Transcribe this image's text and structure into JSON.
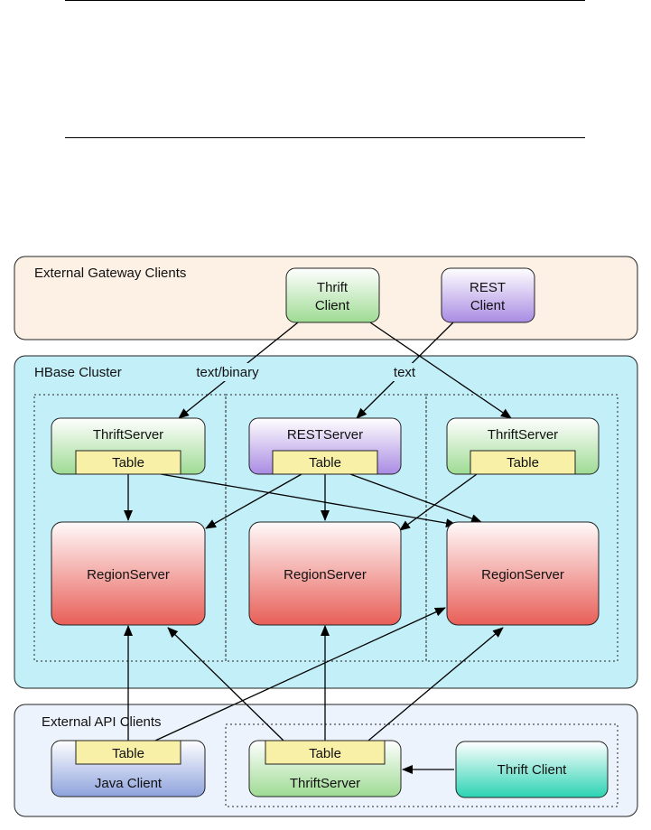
{
  "zones": {
    "gateway_title": "External Gateway Clients",
    "cluster_title": "HBase Cluster",
    "api_title": "External API Clients"
  },
  "gateway_clients": {
    "thrift_line1": "Thrift",
    "thrift_line2": "Client",
    "rest_line1": "REST",
    "rest_line2": "Client"
  },
  "cluster": {
    "thrift_server_label": "ThriftServer",
    "rest_server_label": "RESTServer",
    "table_label": "Table",
    "region_server_label": "RegionServer"
  },
  "api_clients": {
    "java_client_label": "Java Client",
    "thrift_server_label": "ThriftServer",
    "table_label": "Table",
    "thrift_client_label": "Thrift Client"
  },
  "edge_labels": {
    "thrift_protocol": "text/binary",
    "rest_protocol": "text"
  },
  "colors": {
    "gateway_zone_fill": "#fdf1e6",
    "cluster_zone_fill": "#c3eff8",
    "api_zone_fill": "#edf3fc",
    "table_fill": "#f9f0a8",
    "thrift_green": "#9edb93",
    "rest_purple": "#a98be3",
    "region_red": "#e85f58",
    "java_blue": "#8ea3dd",
    "teal": "#2bd3b3"
  }
}
